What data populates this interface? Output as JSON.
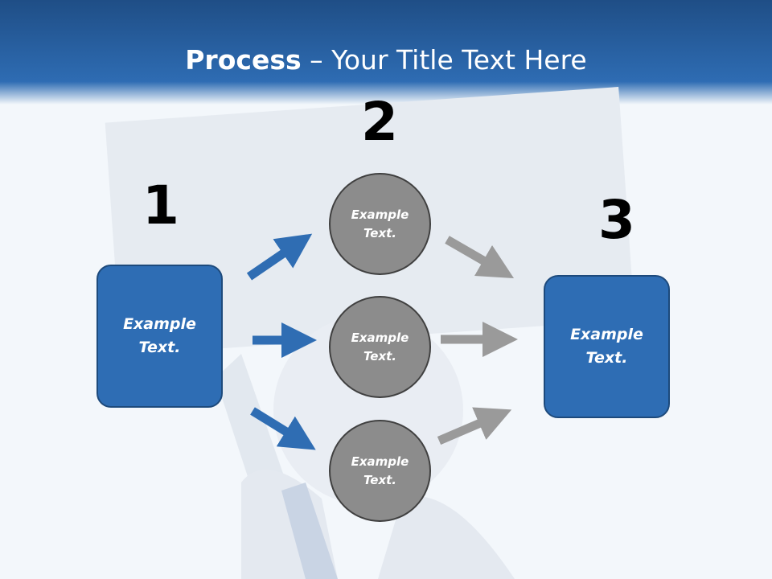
{
  "slide": {
    "title_bold": "Process",
    "title_rest": " – Your Title Text Here",
    "steps": [
      {
        "number": "1",
        "label": "Example\nText."
      },
      {
        "number": "2",
        "label": ""
      },
      {
        "number": "3",
        "label": "Example\nText."
      }
    ],
    "circles": [
      {
        "label": "Example\nText."
      },
      {
        "label": "Example\nText."
      },
      {
        "label": "Example\nText."
      }
    ]
  },
  "colors": {
    "header": "#2e6cb3",
    "box_fill": "#2e6db4",
    "circle_fill": "#8c8c8c",
    "arrow_blue": "#2f6db3",
    "arrow_gray": "#9a9a9a"
  }
}
